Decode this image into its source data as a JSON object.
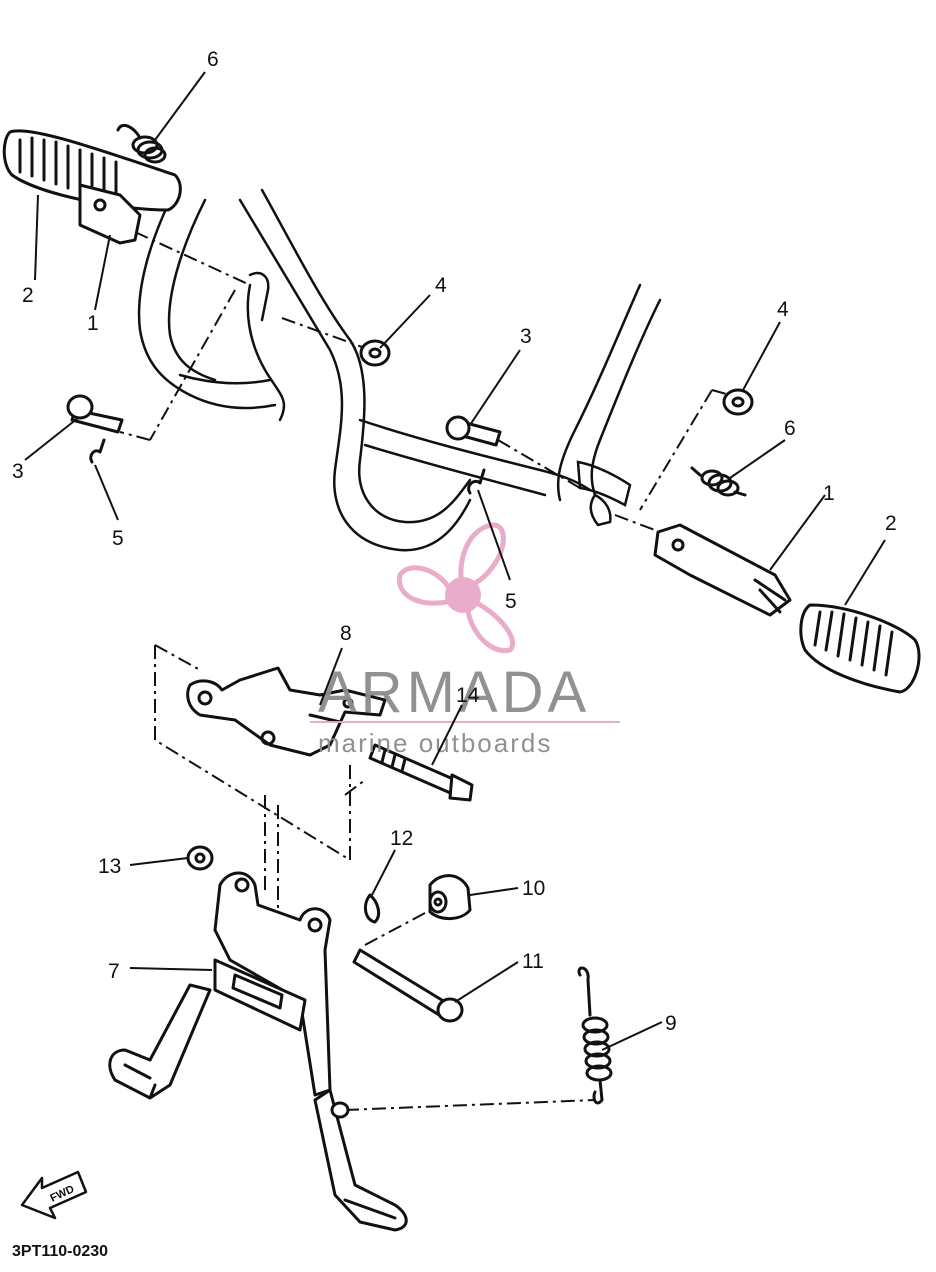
{
  "diagram": {
    "drawing_code": "3PT110-0230",
    "fwd_label": "FWD",
    "callouts": [
      {
        "id": "c6a",
        "label": "6"
      },
      {
        "id": "c2a",
        "label": "2"
      },
      {
        "id": "c1a",
        "label": "1"
      },
      {
        "id": "c4a",
        "label": "4"
      },
      {
        "id": "c3a",
        "label": "3"
      },
      {
        "id": "c5a",
        "label": "5"
      },
      {
        "id": "c3b",
        "label": "3"
      },
      {
        "id": "c4b",
        "label": "4"
      },
      {
        "id": "c6b",
        "label": "6"
      },
      {
        "id": "c1b",
        "label": "1"
      },
      {
        "id": "c2b",
        "label": "2"
      },
      {
        "id": "c5b",
        "label": "5"
      },
      {
        "id": "c8",
        "label": "8"
      },
      {
        "id": "c14",
        "label": "14"
      },
      {
        "id": "c12",
        "label": "12"
      },
      {
        "id": "c10",
        "label": "10"
      },
      {
        "id": "c13",
        "label": "13"
      },
      {
        "id": "c11",
        "label": "11"
      },
      {
        "id": "c7",
        "label": "7"
      },
      {
        "id": "c9",
        "label": "9"
      }
    ]
  },
  "watermark": {
    "brand": "ARMADA",
    "tagline": "marine outboards",
    "text_color": "#8c8c8c",
    "accent_color": "#e9a8c9"
  }
}
